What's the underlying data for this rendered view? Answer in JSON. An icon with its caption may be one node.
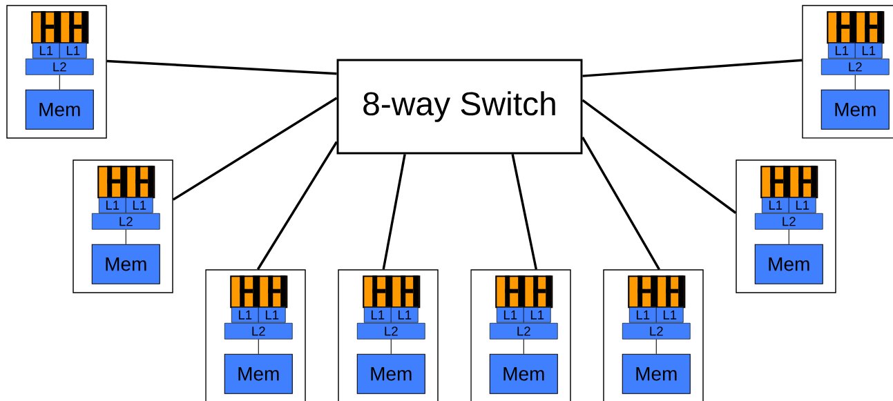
{
  "diagram": {
    "nodes": [
      {
        "text": [
          "8-way Switch"
        ]
      },
      {
        "text": [],
        "shape": "box"
      },
      {
        "text": [],
        "shape": "box",
        "in": 1
      },
      {
        "text": [],
        "shape": "box",
        "in": 1
      },
      {
        "text": [
          "L1"
        ],
        "in": 1
      },
      {
        "text": [
          "L1"
        ],
        "in": 1
      },
      {
        "text": [
          "L2"
        ],
        "in": 1
      },
      {
        "text": [
          "Mem"
        ],
        "in": 1
      },
      {
        "text": [],
        "shape": "box"
      },
      {
        "text": [],
        "shape": "box",
        "in": 8
      },
      {
        "text": [],
        "shape": "box",
        "in": 8
      },
      {
        "text": [
          "L1"
        ],
        "in": 8
      },
      {
        "text": [
          "L1"
        ],
        "in": 8
      },
      {
        "text": [
          "L2"
        ],
        "in": 8
      },
      {
        "text": [
          "Mem"
        ],
        "in": 8
      },
      {
        "text": [],
        "shape": "box"
      },
      {
        "text": [],
        "shape": "box",
        "in": 15
      },
      {
        "text": [],
        "shape": "box",
        "in": 15
      },
      {
        "text": [
          "L1"
        ],
        "in": 15
      },
      {
        "text": [
          "L1"
        ],
        "in": 15
      },
      {
        "text": [
          "L2"
        ],
        "in": 15
      },
      {
        "text": [
          "Mem"
        ],
        "in": 15
      },
      {
        "text": [],
        "shape": "box"
      },
      {
        "text": [],
        "shape": "box",
        "in": 22
      },
      {
        "text": [],
        "shape": "box",
        "in": 22
      },
      {
        "text": [
          "L1"
        ],
        "in": 22
      },
      {
        "text": [
          "L1"
        ],
        "in": 22
      },
      {
        "text": [
          "L2"
        ],
        "in": 22
      },
      {
        "text": [
          "Mem"
        ],
        "in": 22
      },
      {
        "text": [],
        "shape": "box"
      },
      {
        "text": [],
        "shape": "box",
        "in": 29
      },
      {
        "text": [],
        "shape": "box",
        "in": 29
      },
      {
        "text": [
          "L1"
        ],
        "in": 29
      },
      {
        "text": [
          "L1"
        ],
        "in": 29
      },
      {
        "text": [
          "L2"
        ],
        "in": 29
      },
      {
        "text": [
          "Mem"
        ],
        "in": 29
      },
      {
        "text": [],
        "shape": "box"
      },
      {
        "text": [],
        "shape": "box",
        "in": 36
      },
      {
        "text": [],
        "shape": "box",
        "in": 36
      },
      {
        "text": [
          "L1"
        ],
        "in": 36
      },
      {
        "text": [
          "L1"
        ],
        "in": 36
      },
      {
        "text": [
          "L2"
        ],
        "in": 36
      },
      {
        "text": [
          "Mem"
        ],
        "in": 36
      },
      {
        "text": [],
        "shape": "box"
      },
      {
        "text": [],
        "shape": "box",
        "in": 43
      },
      {
        "text": [],
        "shape": "box",
        "in": 43
      },
      {
        "text": [
          "L1"
        ],
        "in": 43
      },
      {
        "text": [
          "L1"
        ],
        "in": 43
      },
      {
        "text": [
          "L2"
        ],
        "in": 43
      },
      {
        "text": [
          "Mem"
        ],
        "in": 43
      },
      {
        "text": [],
        "shape": "box"
      },
      {
        "text": [],
        "shape": "box",
        "in": 50
      },
      {
        "text": [],
        "shape": "box",
        "in": 50
      },
      {
        "text": [
          "L1"
        ],
        "in": 50
      },
      {
        "text": [
          "L1"
        ],
        "in": 50
      },
      {
        "text": [
          "L2"
        ],
        "in": 50
      },
      {
        "text": [
          "Mem"
        ],
        "in": 50
      }
    ],
    "edges": [
      {
        "from": 1,
        "to": 0,
        "arrow": "none",
        "style": "thick"
      },
      {
        "from": 8,
        "to": 0,
        "arrow": "none",
        "style": "thick"
      },
      {
        "from": 15,
        "to": 0,
        "arrow": "none",
        "style": "thick"
      },
      {
        "from": 22,
        "to": 0,
        "arrow": "none",
        "style": "thick"
      },
      {
        "from": 29,
        "to": 0,
        "arrow": "none",
        "style": "thick"
      },
      {
        "from": 36,
        "to": 0,
        "arrow": "none",
        "style": "thick"
      },
      {
        "from": 43,
        "to": 0,
        "arrow": "none",
        "style": "thick"
      },
      {
        "from": 50,
        "to": 0,
        "arrow": "none",
        "style": "thick"
      },
      {
        "from": 6,
        "to": 7,
        "arrow": "none"
      },
      {
        "from": 13,
        "to": 14,
        "arrow": "none"
      },
      {
        "from": 20,
        "to": 21,
        "arrow": "none"
      },
      {
        "from": 27,
        "to": 28,
        "arrow": "none"
      },
      {
        "from": 34,
        "to": 35,
        "arrow": "none"
      },
      {
        "from": 41,
        "to": 42,
        "arrow": "none"
      },
      {
        "from": 48,
        "to": 49,
        "arrow": "none"
      },
      {
        "from": 55,
        "to": 56,
        "arrow": "none"
      }
    ]
  }
}
